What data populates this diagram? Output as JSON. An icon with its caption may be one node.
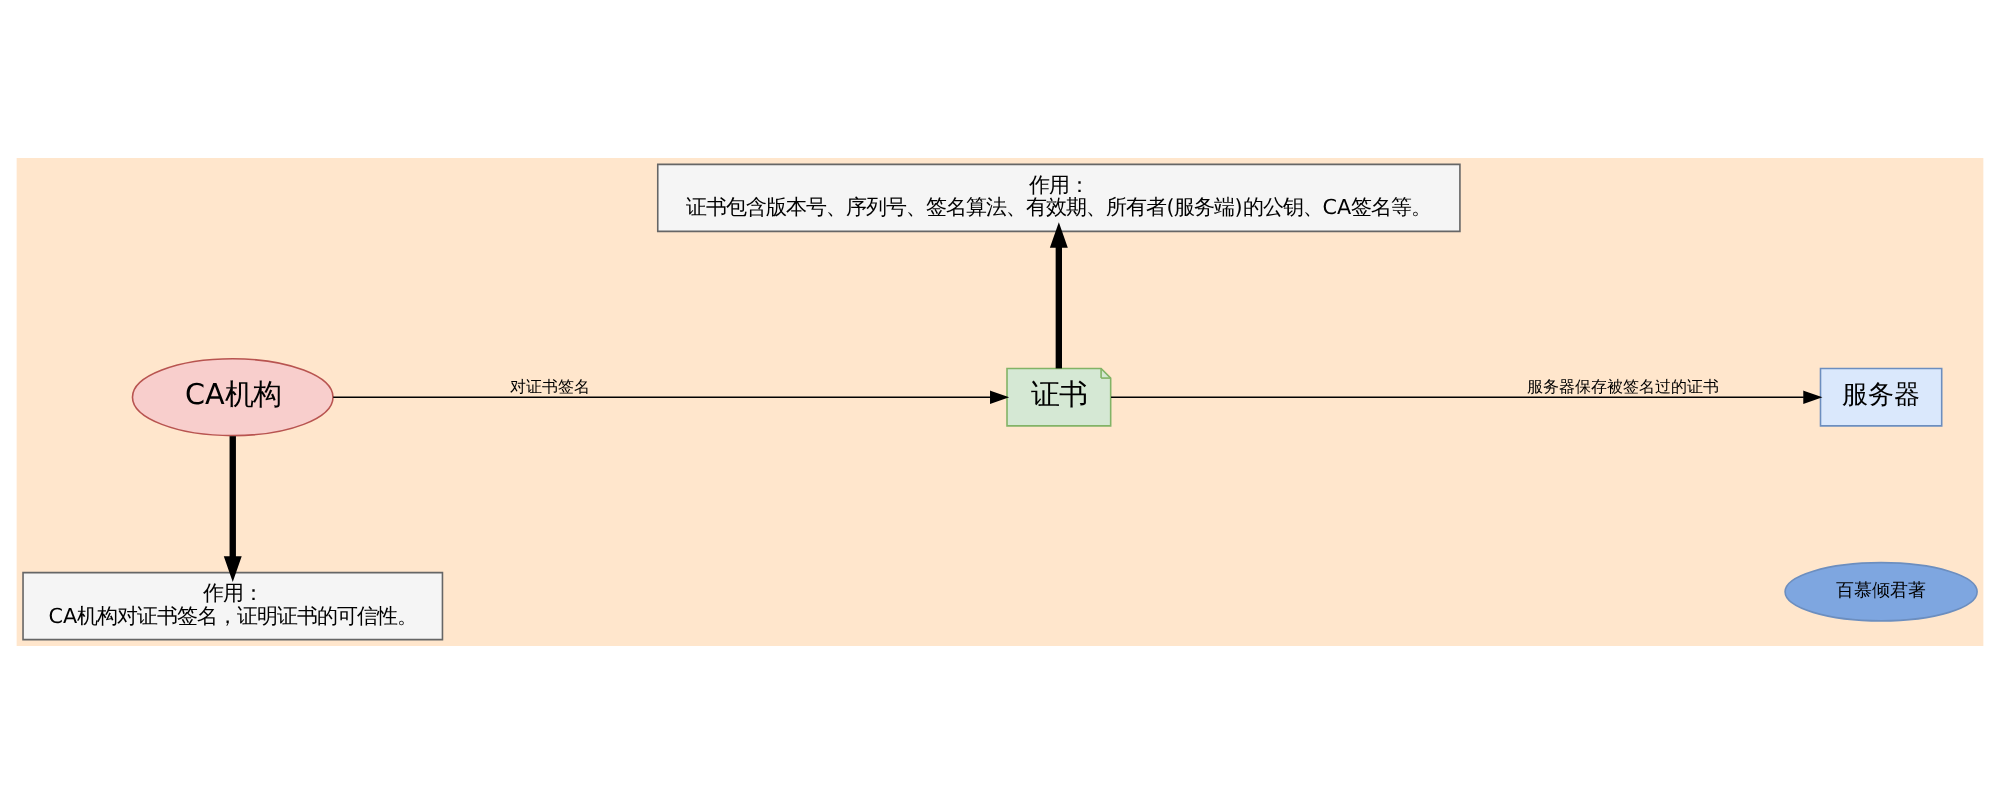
{
  "diagram": {
    "nodes": [
      {
        "text": [
          "作用：",
          "证书包含版本号、序列号、签名算法、有效期、所有者(服务端)的公钥、CA签名等。"
        ]
      },
      {
        "text": [
          "CA机构"
        ]
      },
      {
        "text": [
          "证书"
        ]
      },
      {
        "text": [
          "服务器"
        ]
      },
      {
        "text": [
          "作用：",
          "CA机构对证书签名，证明证书的可信性。"
        ]
      },
      {
        "text": [
          "百慕倾君著"
        ]
      }
    ],
    "edges": [
      {
        "from": 1,
        "to": 2,
        "arrow": "to",
        "label": "对证书签名"
      },
      {
        "from": 2,
        "to": 3,
        "arrow": "to",
        "label": "服务器保存被签名过的证书"
      },
      {
        "from": 2,
        "to": 0,
        "arrow": "to",
        "style": "thick"
      },
      {
        "from": 1,
        "to": 4,
        "arrow": "to",
        "style": "thick"
      }
    ]
  }
}
